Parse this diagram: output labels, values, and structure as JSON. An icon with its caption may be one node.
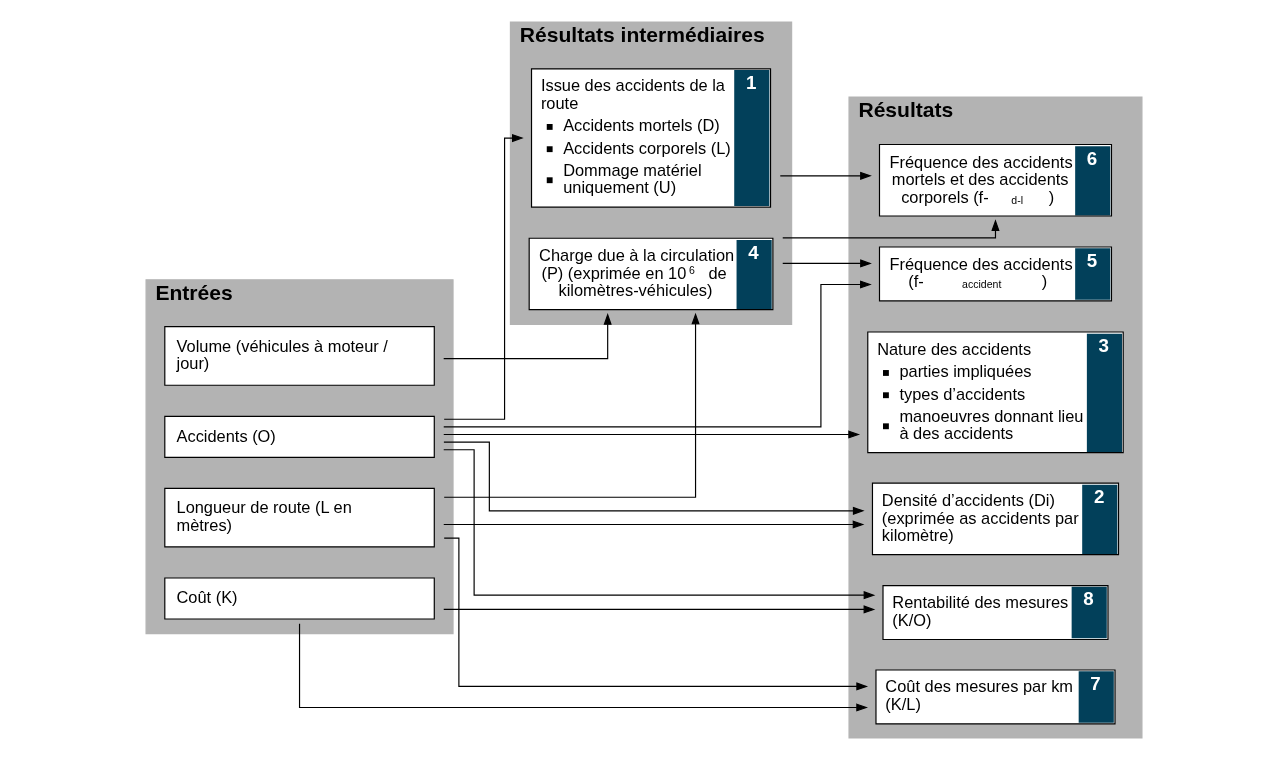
{
  "diagram": {
    "nodes": [
      {
        "text": [
          "Entrées"
        ]
      },
      {
        "text": [
          "Accidents (O)"
        ],
        "in": 0
      },
      {
        "text": [
          "Longueur de route (L en mètres)"
        ],
        "in": 0
      },
      {
        "text": [
          "Volume (véhicules à moteur / jour)"
        ],
        "in": 0
      },
      {
        "text": [
          "Coût (K)"
        ],
        "in": 0
      },
      {
        "text": [
          "Résultats intermédiaires"
        ]
      },
      {
        "text": [
          "Issue des accidents de la route",
          "Accidents mortels (D)",
          "Accidents corporels (L)",
          "Dommage matériel uniquement (U)",
          "1"
        ],
        "in": 5
      },
      {
        "text": [
          "Charge due à la circulation (P) (exprimée en 10$^{6}$ de kilomètres-véhicules)",
          "4"
        ],
        "in": 5
      },
      {
        "text": [
          "Résultats"
        ]
      },
      {
        "text": [
          "Densité d’accidents (Di) (exprimée as accidents par kilomètre)",
          "2"
        ],
        "in": 8
      },
      {
        "text": [
          "Nature des accidents",
          "parties impliquées",
          "types d’accidents",
          "manoeuvres donnant lieu à des accidents",
          "3"
        ],
        "in": 8
      },
      {
        "text": [
          "Fréquence des accidents (f-$_{accident}$)",
          "5"
        ],
        "in": 8
      },
      {
        "text": [
          "Fréquence des accidents mortels et des accidents corporels (f-$_{d-l}$)",
          "6"
        ],
        "in": 8
      },
      {
        "text": [
          "Coût des mesures par km (K/L)",
          "7"
        ],
        "in": 8
      },
      {
        "text": [
          "Rentabilité des mesures (K/O)",
          "8"
        ],
        "in": 8
      }
    ],
    "edges": [
      {
        "from": 1,
        "to": 9,
        "arrow": "to"
      },
      {
        "from": 1,
        "to": 10,
        "arrow": "to"
      },
      {
        "from": 1,
        "to": 11,
        "arrow": "to"
      },
      {
        "from": 1,
        "to": 6,
        "arrow": "to"
      },
      {
        "from": 1,
        "to": 14,
        "arrow": "to"
      },
      {
        "from": 2,
        "to": 9,
        "arrow": "to"
      },
      {
        "from": 2,
        "to": 7,
        "arrow": "to"
      },
      {
        "from": 2,
        "to": 13,
        "arrow": "to"
      },
      {
        "from": 3,
        "to": 7,
        "arrow": "to"
      },
      {
        "from": 6,
        "to": 12,
        "arrow": "to"
      },
      {
        "from": 7,
        "to": 11,
        "arrow": "to"
      },
      {
        "from": 7,
        "to": 12,
        "arrow": "to"
      },
      {
        "from": 4,
        "to": 13,
        "arrow": "to"
      },
      {
        "from": 4,
        "to": 14,
        "arrow": "to"
      }
    ]
  }
}
